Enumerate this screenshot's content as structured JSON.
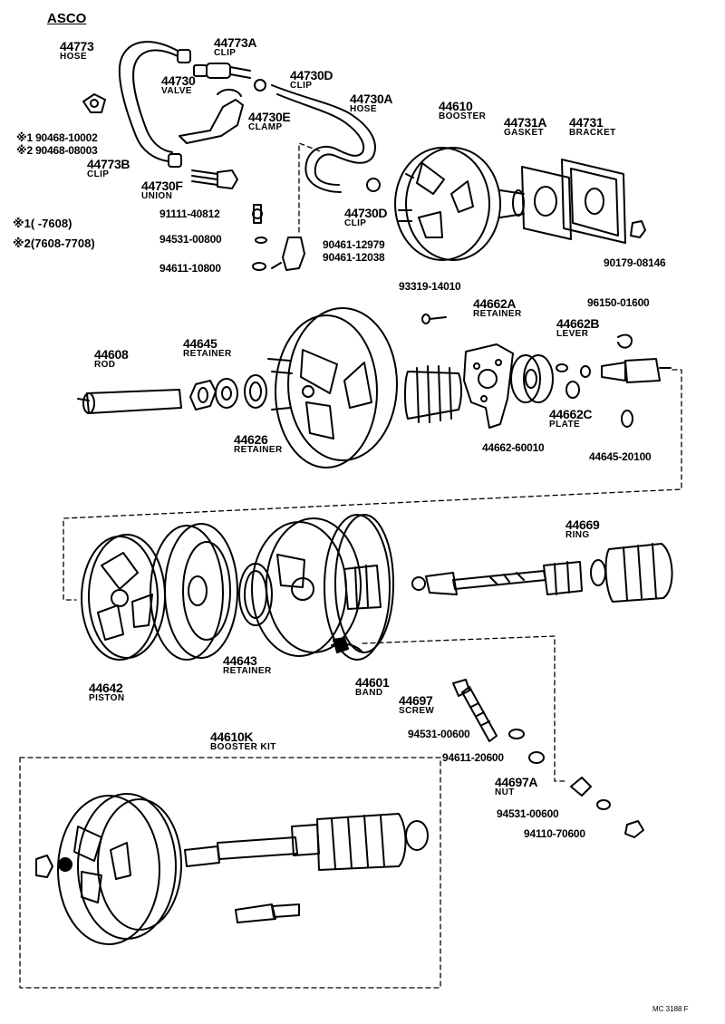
{
  "title": "ASCO",
  "diagram_code": "MC 3188 F",
  "notes": [
    {
      "mark": "※1",
      "range": "(      -7608)"
    },
    {
      "mark": "※2",
      "range": "(7608-7708)"
    }
  ],
  "parts": [
    {
      "id": "p1",
      "number": "44773",
      "name": "HOSE"
    },
    {
      "id": "p2",
      "number": "44773A",
      "name": "CLIP"
    },
    {
      "id": "p3",
      "number": "44730",
      "name": "VALVE"
    },
    {
      "id": "p4",
      "number": "44730D",
      "name": "CLIP"
    },
    {
      "id": "p5",
      "number": "44730A",
      "name": "HOSE"
    },
    {
      "id": "p6",
      "number": "44730E",
      "name": "CLAMP"
    },
    {
      "id": "p7",
      "number": "※1 90468-10002",
      "name": ""
    },
    {
      "id": "p8",
      "number": "※2 90468-08003",
      "name": ""
    },
    {
      "id": "p9",
      "number": "44773B",
      "name": "CLIP"
    },
    {
      "id": "p10",
      "number": "44730F",
      "name": "UNION"
    },
    {
      "id": "p11",
      "number": "44610",
      "name": "BOOSTER"
    },
    {
      "id": "p12",
      "number": "44731A",
      "name": "GASKET"
    },
    {
      "id": "p13",
      "number": "44731",
      "name": "BRACKET"
    },
    {
      "id": "p14",
      "number": "91111-40812",
      "name": ""
    },
    {
      "id": "p15",
      "number": "44730D",
      "name": "CLIP"
    },
    {
      "id": "p16",
      "number": "94531-00800",
      "name": ""
    },
    {
      "id": "p17",
      "number": "90461-12979",
      "name": ""
    },
    {
      "id": "p18",
      "number": "90461-12038",
      "name": ""
    },
    {
      "id": "p19",
      "number": "94611-10800",
      "name": ""
    },
    {
      "id": "p20",
      "number": "90179-08146",
      "name": ""
    },
    {
      "id": "p21",
      "number": "93319-14010",
      "name": ""
    },
    {
      "id": "p22",
      "number": "44662A",
      "name": "RETAINER"
    },
    {
      "id": "p23",
      "number": "96150-01600",
      "name": ""
    },
    {
      "id": "p24",
      "number": "44662B",
      "name": "LEVER"
    },
    {
      "id": "p25",
      "number": "44608",
      "name": "ROD"
    },
    {
      "id": "p26",
      "number": "44645",
      "name": "RETAINER"
    },
    {
      "id": "p27",
      "number": "44662C",
      "name": "PLATE"
    },
    {
      "id": "p28",
      "number": "44626",
      "name": "RETAINER"
    },
    {
      "id": "p29",
      "number": "44662-60010",
      "name": ""
    },
    {
      "id": "p30",
      "number": "44645-20100",
      "name": ""
    },
    {
      "id": "p31",
      "number": "44669",
      "name": "RING"
    },
    {
      "id": "p32",
      "number": "44642",
      "name": "PISTON"
    },
    {
      "id": "p33",
      "number": "44643",
      "name": "RETAINER"
    },
    {
      "id": "p34",
      "number": "44601",
      "name": "BAND"
    },
    {
      "id": "p35",
      "number": "44697",
      "name": "SCREW"
    },
    {
      "id": "p36",
      "number": "94531-00600",
      "name": ""
    },
    {
      "id": "p37",
      "number": "94611-20600",
      "name": ""
    },
    {
      "id": "p38",
      "number": "44610K",
      "name": "BOOSTER KIT"
    },
    {
      "id": "p39",
      "number": "44697A",
      "name": "NUT"
    },
    {
      "id": "p40",
      "number": "94531-00600",
      "name": ""
    },
    {
      "id": "p41",
      "number": "94110-70600",
      "name": ""
    }
  ]
}
